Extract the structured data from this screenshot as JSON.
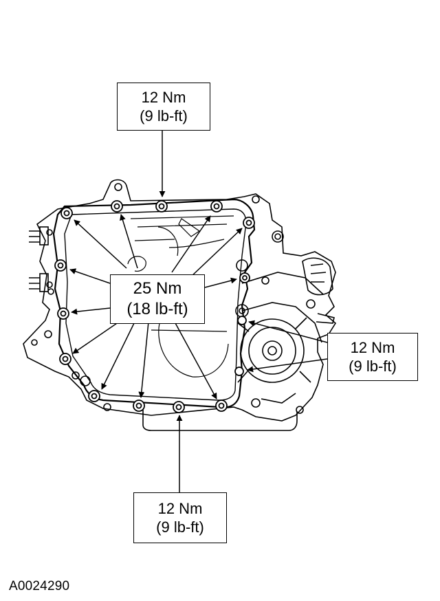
{
  "callouts": {
    "top": {
      "torque_nm": "12 Nm",
      "torque_lbft": "(9 lb-ft)"
    },
    "center": {
      "torque_nm": "25 Nm",
      "torque_lbft": "(18 lb-ft)"
    },
    "right": {
      "torque_nm": "12 Nm",
      "torque_lbft": "(9 lb-ft)"
    },
    "bottom": {
      "torque_nm": "12 Nm",
      "torque_lbft": "(9 lb-ft)"
    }
  },
  "figure_code": "A0024290"
}
